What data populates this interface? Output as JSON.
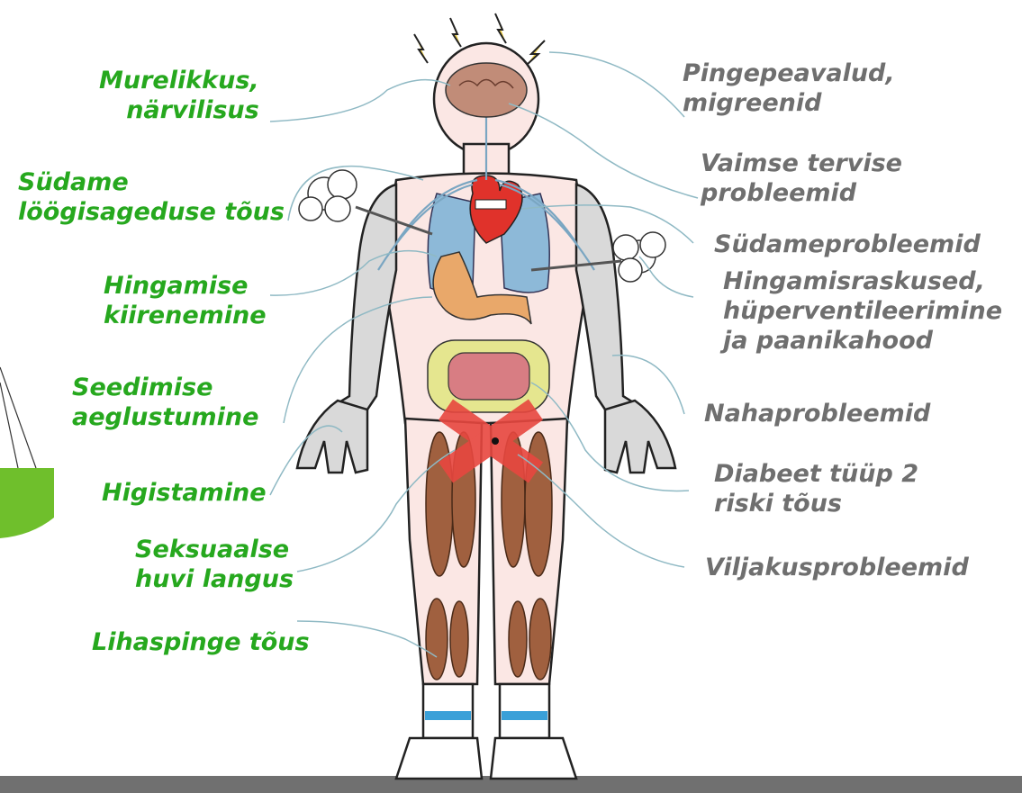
{
  "colors": {
    "left_label": "#26a81e",
    "right_label": "#6f6f6f",
    "leader_line": "#8fb9c4",
    "skin": "#fbe7e4",
    "muscle": "#a0603f",
    "stomach": "#e9a86a",
    "lungs": "#8db9d8",
    "heart": "#e0322b",
    "intestine_outer": "#e5e68f",
    "intestine_inner": "#d87d83",
    "red_x": "#e8473f",
    "brain": "#c18c78",
    "green_accent": "#6fbf2c",
    "bottom_bar": "#707070"
  },
  "left_labels": [
    {
      "l1": "Murelikkus,",
      "l2": "närvilisus"
    },
    {
      "l1": "Südame",
      "l2": "löögisageduse tõus"
    },
    {
      "l1": "Hingamise",
      "l2": "kiirenemine"
    },
    {
      "l1": "Seedimise",
      "l2": "aeglustumine"
    },
    {
      "l1": "Higistamine",
      "l2": ""
    },
    {
      "l1": "Seksuaalse",
      "l2": "huvi langus"
    },
    {
      "l1": "Lihaspinge tõus",
      "l2": ""
    }
  ],
  "right_labels": [
    {
      "l1": "Pingepeavalud,",
      "l2": "migreenid"
    },
    {
      "l1": "Vaimse tervise",
      "l2": "probleemid"
    },
    {
      "l1": "Südameprobleemid",
      "l2": ""
    },
    {
      "l1": "Hingamisraskused,",
      "l2": "hüperventileerimine",
      "l3": "ja paanikahood"
    },
    {
      "l1": "Nahaprobleemid",
      "l2": ""
    },
    {
      "l1": "Diabeet tüüp 2",
      "l2": "riski tõus"
    },
    {
      "l1": "Viljakusprobleemid",
      "l2": ""
    }
  ],
  "icons": [
    "lightning-icon",
    "steam-cloud-icon",
    "brain-icon",
    "heart-icon",
    "lungs-icon",
    "stomach-icon",
    "intestine-icon",
    "red-x-icon"
  ]
}
